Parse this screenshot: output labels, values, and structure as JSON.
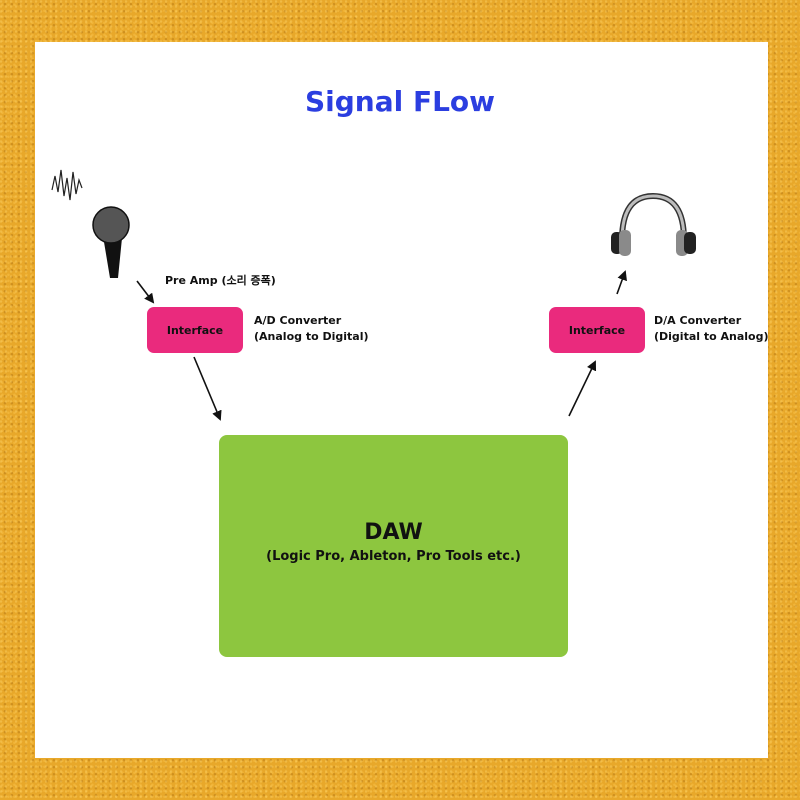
{
  "title": "Signal FLow",
  "colors": {
    "frame": "#e8a82a",
    "panel": "#ffffff",
    "title": "#2b3ee0",
    "interface": "#ea2a7d",
    "daw": "#8dc63f",
    "text": "#111111"
  },
  "input": {
    "icons": [
      "waveform-icon",
      "microphone-icon"
    ],
    "preamp_label": "Pre Amp (소리 증폭)",
    "interface_label": "Interface",
    "converter_line1": "A/D Converter",
    "converter_line2": "(Analog to Digital)"
  },
  "daw": {
    "title": "DAW",
    "subtitle": "(Logic Pro, Ableton, Pro Tools etc.)"
  },
  "output": {
    "icons": [
      "headphones-icon"
    ],
    "interface_label": "Interface",
    "converter_line1": "D/A Converter",
    "converter_line2": "(Digital to Analog)"
  }
}
